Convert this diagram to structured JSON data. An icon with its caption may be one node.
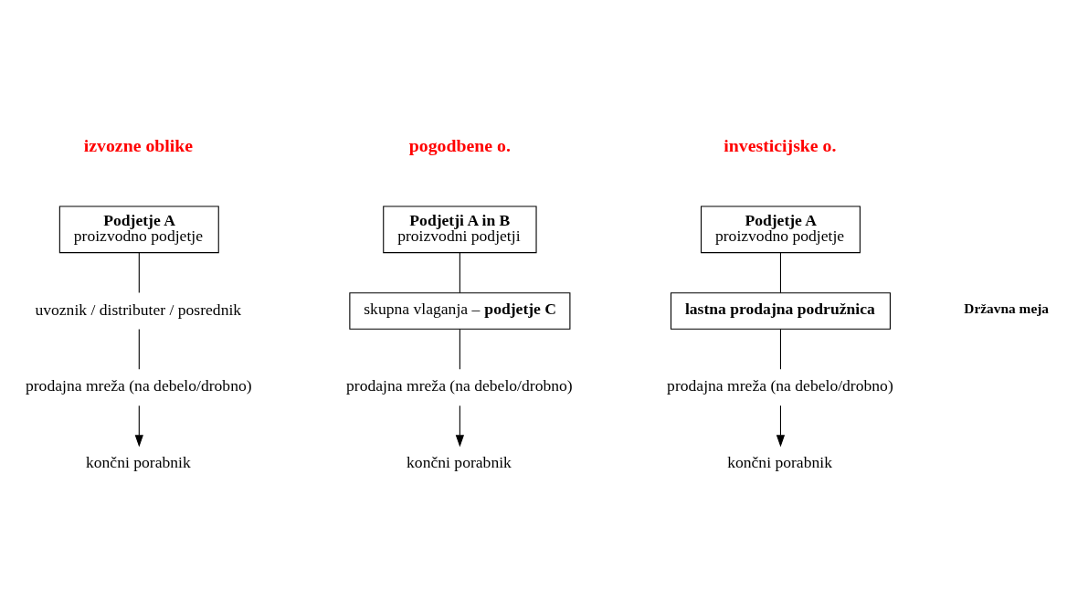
{
  "diagram": {
    "nodes": [
      {
        "text": [
          "Podjetje A",
          "proizvodno podjetje"
        ]
      },
      {
        "text": [
          "Podjetji A in B",
          "proizvodni podjetji"
        ]
      },
      {
        "text": [
          "Podjetje A",
          "proizvodno podjetje"
        ]
      },
      {
        "text": [
          "uvoznik / distributer / posrednik"
        ]
      },
      {
        "text": [
          "skupna vlaganja – **podjetje C**"
        ]
      },
      {
        "text": [
          "lastna prodajna podružnica"
        ]
      },
      {
        "text": [
          "prodajna mreža (na debelo/drobno)"
        ]
      },
      {
        "text": [
          "prodajna mreža (na debelo/drobno)"
        ]
      },
      {
        "text": [
          "prodajna mreža (na debelo/drobno)"
        ]
      },
      {
        "text": [
          "končni porabnik"
        ]
      },
      {
        "text": [
          "končni porabnik"
        ]
      },
      {
        "text": [
          "končni porabnik"
        ]
      }
    ],
    "edges": [
      {
        "from": 0,
        "to": 3,
        "arrow": "none"
      },
      {
        "from": 1,
        "to": 4,
        "arrow": "none"
      },
      {
        "from": 2,
        "to": 5,
        "arrow": "none"
      },
      {
        "from": 3,
        "to": 6,
        "arrow": "none"
      },
      {
        "from": 4,
        "to": 7,
        "arrow": "none"
      },
      {
        "from": 5,
        "to": 8,
        "arrow": "none"
      },
      {
        "from": 6,
        "to": 9,
        "arrow": "to"
      },
      {
        "from": 7,
        "to": 10,
        "arrow": "to"
      },
      {
        "from": 8,
        "to": 11,
        "arrow": "to"
      }
    ],
    "labels": [
      "izvozne oblike",
      "pogodbene o.",
      "investicijske o.",
      "Državna meja"
    ]
  }
}
